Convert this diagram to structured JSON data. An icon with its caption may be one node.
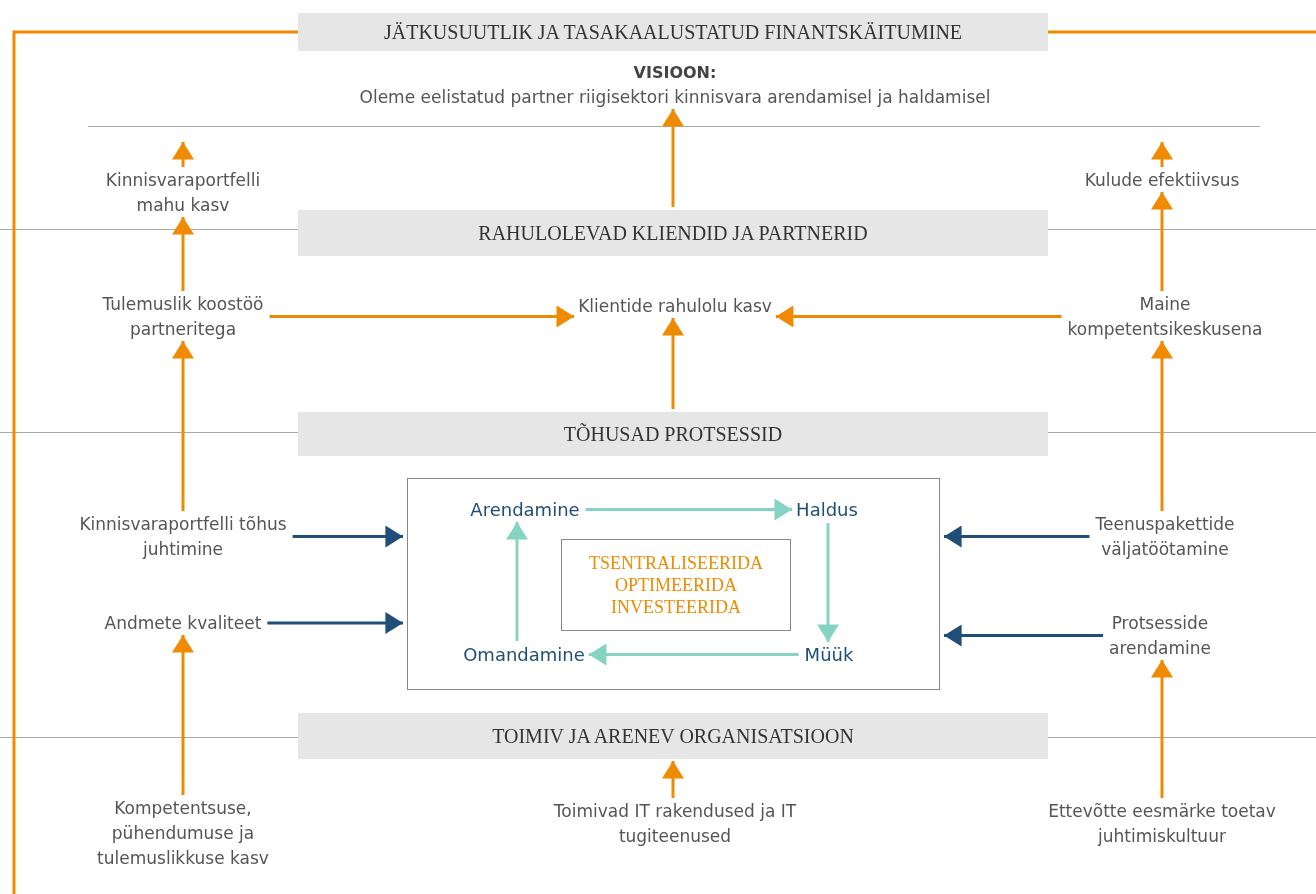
{
  "diagram": {
    "nodes": [
      {
        "text": [
          "JÄTKUSUUTLIK JA TASAKAALUSTATUD FINANTSKÄITUMINE"
        ]
      },
      {
        "text": [
          "VISIOON:",
          "Oleme eelistatud partner riigisektori kinnisvara arendamisel ja haldamisel"
        ]
      },
      {
        "text": [
          "Kinnisvaraportfelli mahu kasv"
        ]
      },
      {
        "text": [
          "Kulude efektiivsus"
        ]
      },
      {
        "text": [
          "RAHULOLEVAD KLIENDID JA PARTNERID"
        ]
      },
      {
        "text": [
          "Tulemuslik koostöö partneritega"
        ]
      },
      {
        "text": [
          "Klientide rahulolu kasv"
        ]
      },
      {
        "text": [
          "Maine kompetentsikeskusena"
        ]
      },
      {
        "text": [
          "TÕHUSAD PROTSESSID"
        ]
      },
      {
        "text": [
          "Kinnisvaraportfelli tõhus juhtimine"
        ]
      },
      {
        "text": [
          "Andmete kvaliteet"
        ]
      },
      {
        "text": [],
        "shape": "box"
      },
      {
        "text": [
          "Arendamine"
        ],
        "in": 11
      },
      {
        "text": [
          "Haldus"
        ],
        "in": 11
      },
      {
        "text": [
          "TSENTRALISEERIDA OPTIMEERIDA INVESTEERIDA"
        ],
        "in": 11
      },
      {
        "text": [
          "Omandamine"
        ],
        "in": 11
      },
      {
        "text": [
          "Müük"
        ],
        "in": 11
      },
      {
        "text": [
          "Teenuspakettide väljatöötamine"
        ]
      },
      {
        "text": [
          "Protsesside arendamine"
        ]
      },
      {
        "text": [
          "TOIMIV JA ARENEV ORGANISATSIOON"
        ]
      },
      {
        "text": [
          "Kompetentsuse, pühendumuse ja tulemuslikkuse kasv"
        ]
      },
      {
        "text": [
          "Toimivad IT rakendused ja IT tugiteenused"
        ]
      },
      {
        "text": [
          "Ettevõtte eesmärke toetav juhtimiskultuur"
        ]
      }
    ],
    "edges": [
      {
        "from": null,
        "to": 0,
        "arrow": "none"
      },
      {
        "from": null,
        "to": 0,
        "arrow": "none"
      },
      {
        "from": 2,
        "to": null,
        "arrow": "to"
      },
      {
        "from": 4,
        "to": 1,
        "arrow": "to"
      },
      {
        "from": 3,
        "to": null,
        "arrow": "to"
      },
      {
        "from": 5,
        "to": 2,
        "arrow": "to"
      },
      {
        "from": 5,
        "to": 6,
        "arrow": "to"
      },
      {
        "from": 7,
        "to": 6,
        "arrow": "to"
      },
      {
        "from": 8,
        "to": 6,
        "arrow": "to"
      },
      {
        "from": 7,
        "to": 3,
        "arrow": "to"
      },
      {
        "from": 9,
        "to": 5,
        "arrow": "to"
      },
      {
        "from": 17,
        "to": 7,
        "arrow": "to"
      },
      {
        "from": 9,
        "to": 11,
        "arrow": "to",
        "color": "#1f4e79"
      },
      {
        "from": 10,
        "to": 11,
        "arrow": "to",
        "color": "#1f4e79"
      },
      {
        "from": 17,
        "to": 11,
        "arrow": "to",
        "color": "#1f4e79"
      },
      {
        "from": 18,
        "to": 11,
        "arrow": "to",
        "color": "#1f4e79"
      },
      {
        "from": 12,
        "to": 13,
        "arrow": "to",
        "color": "#86d3c3"
      },
      {
        "from": 13,
        "to": 16,
        "arrow": "to",
        "color": "#86d3c3"
      },
      {
        "from": 16,
        "to": 15,
        "arrow": "to",
        "color": "#86d3c3"
      },
      {
        "from": 15,
        "to": 12,
        "arrow": "to",
        "color": "#86d3c3"
      },
      {
        "from": 20,
        "to": 10,
        "arrow": "to"
      },
      {
        "from": 21,
        "to": 19,
        "arrow": "to"
      },
      {
        "from": 22,
        "to": 18,
        "arrow": "to"
      }
    ]
  }
}
